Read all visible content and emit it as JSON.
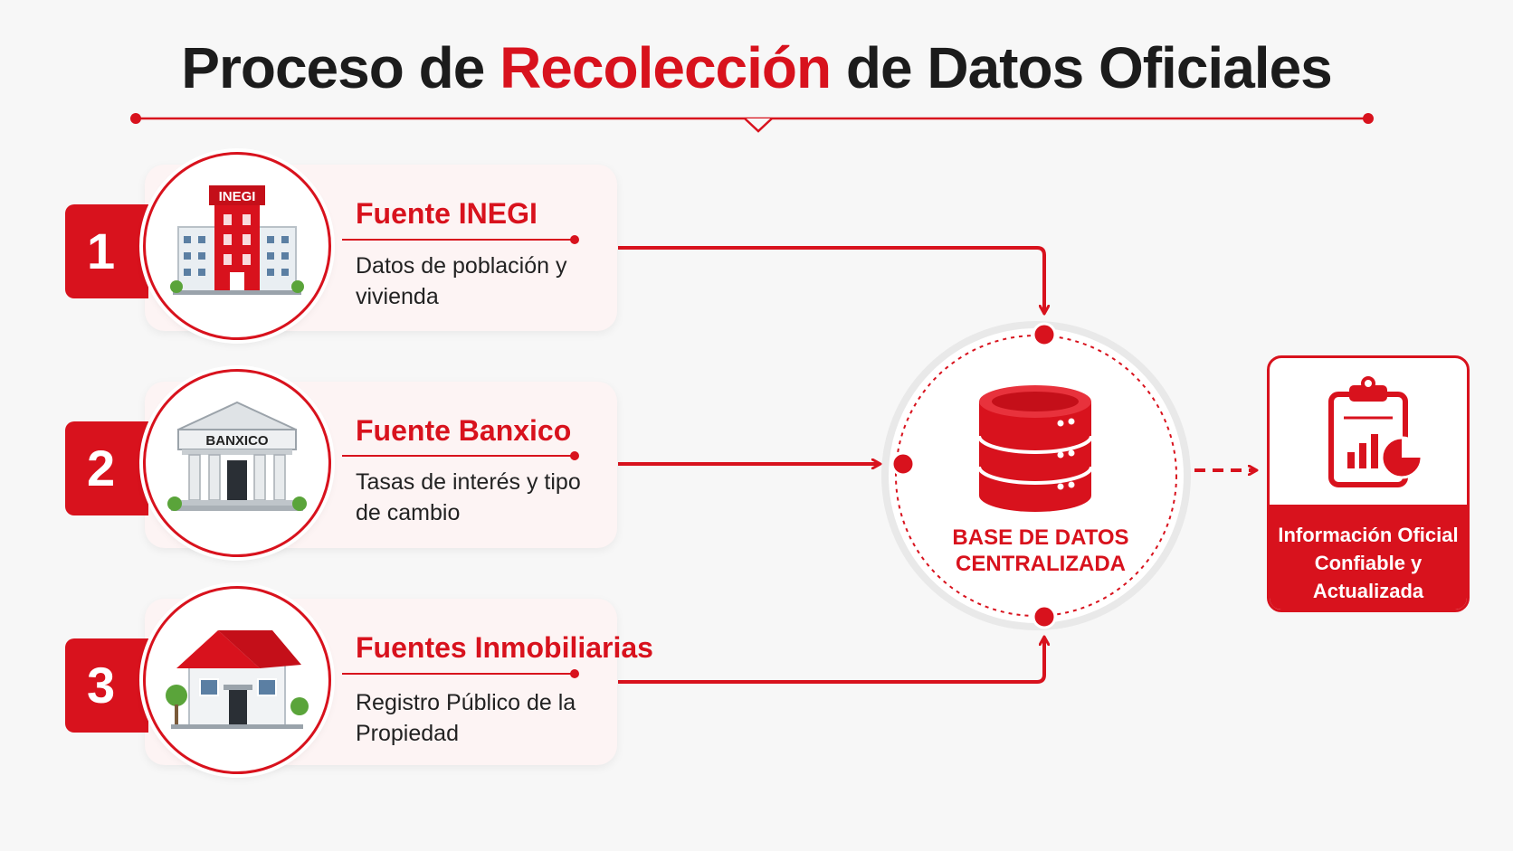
{
  "title": {
    "part1": "Proceso de ",
    "highlight": "Recolección",
    "part2": " de Datos Oficiales"
  },
  "sources": [
    {
      "number": "1",
      "title": "Fuente INEGI",
      "description": "Datos de población y vivienda",
      "icon": "inegi-building-icon",
      "icon_label": "INEGI"
    },
    {
      "number": "2",
      "title": "Fuente Banxico",
      "description": "Tasas de interés y tipo de cambio",
      "icon": "bank-building-icon",
      "icon_label": "BANXICO"
    },
    {
      "number": "3",
      "title": "Fuentes Inmobiliarias",
      "description": "Registro Público de la Propiedad",
      "icon": "house-icon"
    }
  ],
  "hub": {
    "label": "BASE DE DATOS CENTRALIZADA",
    "icon": "database-icon"
  },
  "output": {
    "label": "Información Oficial Confiable y Actualizada",
    "icon": "clipboard-chart-icon"
  },
  "colors": {
    "accent": "#d8121d",
    "text": "#1c1c1c",
    "card_bg": "#fdf4f4",
    "background": "#f7f7f7"
  }
}
